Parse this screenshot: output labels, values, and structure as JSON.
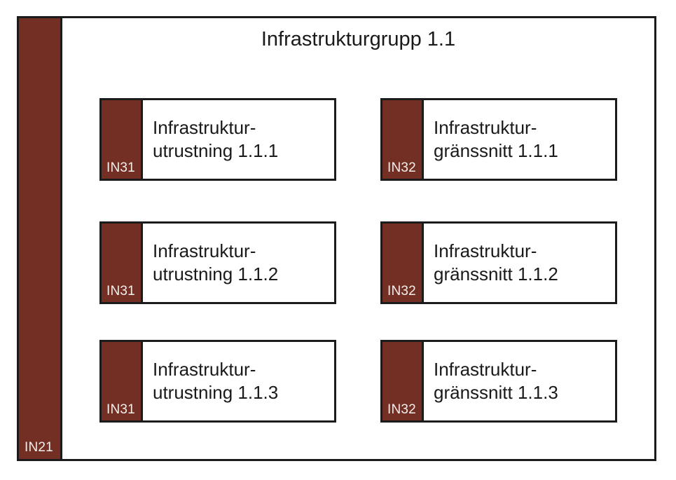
{
  "colors": {
    "accent_maroon": "#732f23",
    "border_black": "#1b1b1b",
    "tab_label_text": "#f3efec",
    "body_text": "#1a1a1a",
    "background": "#ffffff"
  },
  "group": {
    "title": "Infrastrukturgrupp 1.1",
    "tab_label": "IN21",
    "columns": [
      {
        "boxes": [
          {
            "tab_label": "IN31",
            "line1": "Infrastruktur-",
            "line2": "utrustning 1.1.1"
          },
          {
            "tab_label": "IN31",
            "line1": "Infrastruktur-",
            "line2": "utrustning 1.1.2"
          },
          {
            "tab_label": "IN31",
            "line1": "Infrastruktur-",
            "line2": "utrustning 1.1.3"
          }
        ]
      },
      {
        "boxes": [
          {
            "tab_label": "IN32",
            "line1": "Infrastruktur-",
            "line2": "gränssnitt 1.1.1"
          },
          {
            "tab_label": "IN32",
            "line1": "Infrastruktur-",
            "line2": "gränssnitt 1.1.2"
          },
          {
            "tab_label": "IN32",
            "line1": "Infrastruktur-",
            "line2": "gränssnitt 1.1.3"
          }
        ]
      }
    ]
  }
}
